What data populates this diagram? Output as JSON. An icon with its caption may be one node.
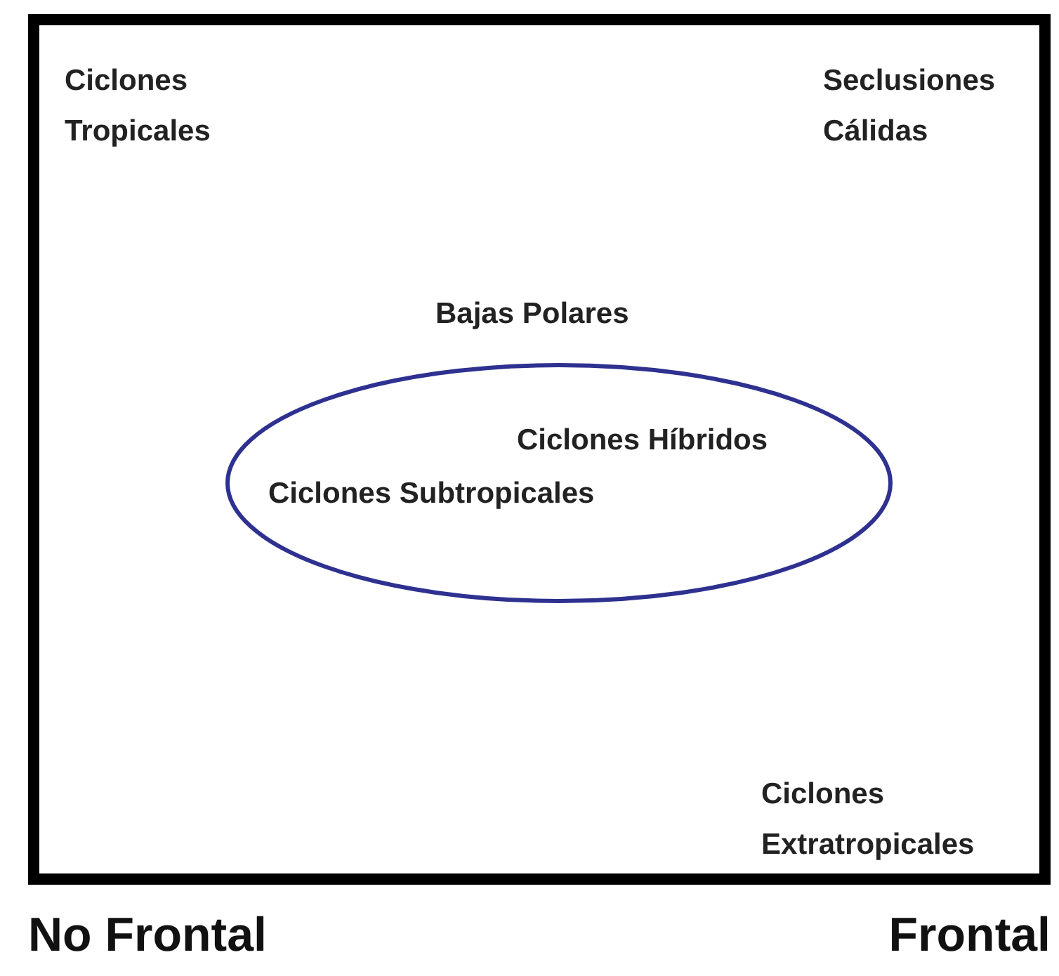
{
  "diagram": {
    "nodes": [
      {
        "text": [
          "Ciclones Tropicales",
          "Seclusiones Cálidas",
          "Bajas Polares",
          "Ciclones Extratropicales"
        ]
      },
      {
        "text": [
          "Ciclones Híbridos",
          "Ciclones Subtropicales"
        ],
        "in": 0
      }
    ],
    "edges": [],
    "labels": [
      "No Frontal",
      "Frontal"
    ]
  }
}
